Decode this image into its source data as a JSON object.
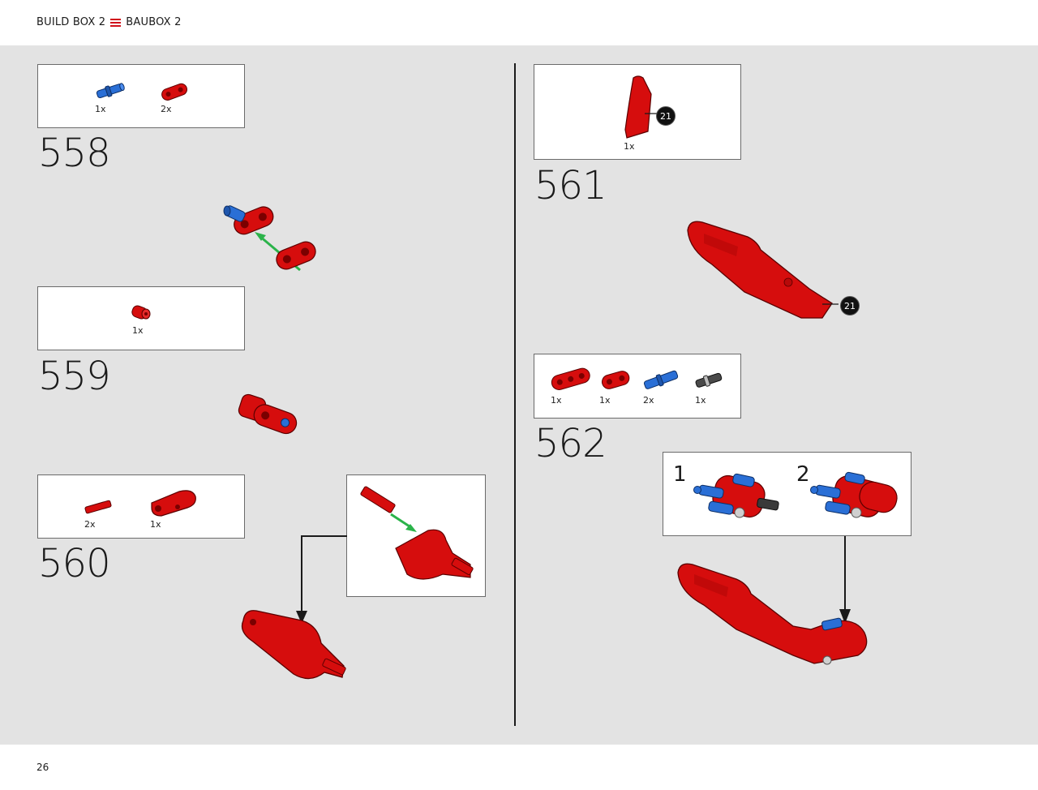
{
  "header": {
    "title_left": "BUILD BOX 2",
    "title_right": "BAUBOX 2"
  },
  "footer": {
    "page_number": "26"
  },
  "steps": [
    {
      "number": "558",
      "parts": [
        {
          "qty": "1x",
          "icon": "blue-pin-icon"
        },
        {
          "qty": "2x",
          "icon": "red-beam-icon"
        }
      ]
    },
    {
      "number": "559",
      "parts": [
        {
          "qty": "1x",
          "icon": "red-bush-icon"
        }
      ]
    },
    {
      "number": "560",
      "parts": [
        {
          "qty": "2x",
          "icon": "red-axle-icon"
        },
        {
          "qty": "1x",
          "icon": "red-panel-icon"
        }
      ]
    },
    {
      "number": "561",
      "parts": [
        {
          "qty": "1x",
          "icon": "red-fairing-icon",
          "callout_ref": "21"
        }
      ],
      "ref_label": "21"
    },
    {
      "number": "562",
      "parts": [
        {
          "qty": "1x",
          "icon": "red-beam3-icon"
        },
        {
          "qty": "1x",
          "icon": "red-beam2-icon"
        },
        {
          "qty": "2x",
          "icon": "blue-axle-pin-icon"
        },
        {
          "qty": "1x",
          "icon": "grey-pin-icon"
        }
      ],
      "substeps": [
        "1",
        "2"
      ]
    }
  ],
  "colors": {
    "brick_red": "#d60d0d",
    "brick_blue": "#2a6fd6",
    "arrow_green": "#2bb34a",
    "accent_red": "#d0101b"
  }
}
